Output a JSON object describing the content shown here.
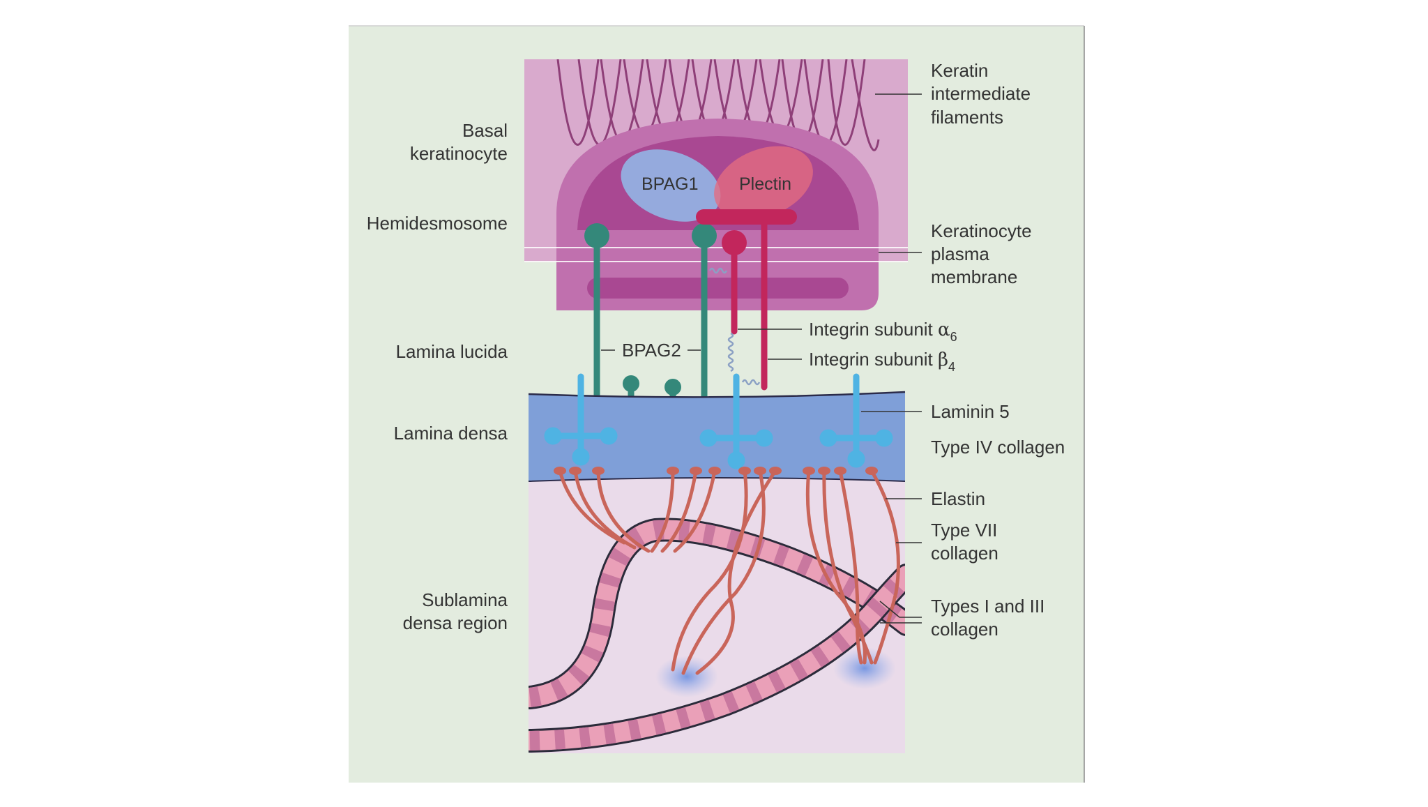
{
  "labels": {
    "left": {
      "basal_keratinocyte": [
        "Basal",
        "keratinocyte"
      ],
      "hemidesmosome": "Hemidesmosome",
      "lamina_lucida": "Lamina lucida",
      "lamina_densa": "Lamina densa",
      "sublamina_densa_region": [
        "Sublamina",
        "densa region"
      ]
    },
    "right": {
      "keratin_filaments": [
        "Keratin",
        "intermediate",
        "filaments"
      ],
      "plasma_membrane": [
        "Keratinocyte",
        "plasma",
        "membrane"
      ],
      "laminin_5": "Laminin 5",
      "type_iv_collagen": "Type IV collagen",
      "elastin": "Elastin",
      "type_vii_collagen": [
        "Type VII",
        "collagen"
      ],
      "types_i_iii_collagen": [
        "Types I and III",
        "collagen"
      ]
    },
    "center": {
      "bpag1": "BPAG1",
      "plectin": "Plectin",
      "bpag2": "BPAG2",
      "integrin_alpha_text": "Integrin subunit ",
      "integrin_alpha_symbol": "α",
      "integrin_alpha_sub": "6",
      "integrin_beta_text": "Integrin subunit ",
      "integrin_beta_symbol": "β",
      "integrin_beta_sub": "4"
    }
  },
  "colors": {
    "panel_bg": "#e3ecdf",
    "keratinocyte": "#d7a9cc",
    "hemidesmosome_outer": "#be6eac",
    "hemidesmosome_inner": "#a8468f",
    "bpag1": "#93aee0",
    "plectin": "#e46b80",
    "bpag2": "#34887a",
    "integrin": "#c2265c",
    "laminin": "#4fb3e3",
    "lamina_densa": "#7f9fd8",
    "sublamina": "#e8d9e8",
    "collagen_vii": "#c9655a",
    "collagen_i_iii": "#eaa0b8"
  }
}
